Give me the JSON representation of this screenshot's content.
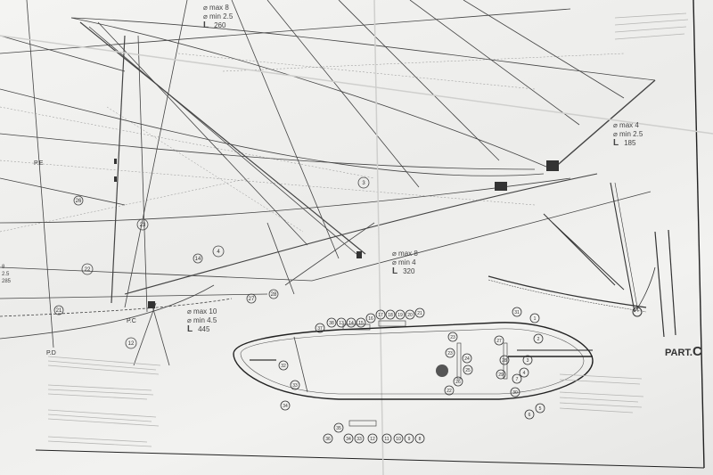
{
  "part": {
    "prefix": "PART.",
    "letter": "C"
  },
  "labels": {
    "pe": "P.E",
    "pc": "P.C",
    "pd": "P.D"
  },
  "spec_top": {
    "max": "max 8",
    "min": "min 2.5",
    "L": "L",
    "len": "260"
  },
  "spec_right": {
    "max": "max 4",
    "min": "min 2.5",
    "L": "L",
    "len": "185"
  },
  "spec_mid": {
    "max": "max 8",
    "min": "min 4",
    "L": "L",
    "len": "320"
  },
  "spec_left": {
    "max": "max 10",
    "min": "min 4.5",
    "L": "L",
    "len": "445"
  },
  "spec_edge": {
    "a": "8",
    "b": "2.5",
    "len": "285"
  },
  "rig_numbers": [
    "3",
    "4",
    "14",
    "22",
    "23",
    "21",
    "12",
    "26",
    "27",
    "28"
  ],
  "deck_numbers_top": [
    "37",
    "38",
    "13",
    "14",
    "15",
    "16",
    "17",
    "18",
    "19",
    "20",
    "21"
  ],
  "deck_numbers_bottom": [
    "36",
    "35",
    "34",
    "33",
    "12",
    "11",
    "10",
    "9",
    "8",
    "7",
    "6",
    "5"
  ],
  "deck_numbers_inner": [
    "32",
    "33",
    "34",
    "23",
    "24",
    "25",
    "26",
    "22",
    "23",
    "27",
    "28",
    "29",
    "30",
    "31",
    "1",
    "2",
    "3",
    "4"
  ],
  "colors": {
    "ink": "#3a3a3a",
    "paper": "#f1f1ef"
  }
}
